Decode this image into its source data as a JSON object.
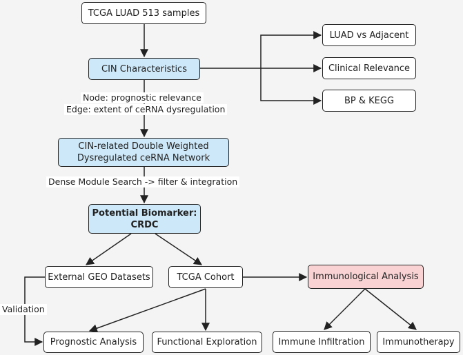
{
  "nodes": {
    "tcga_luad": "TCGA LUAD 513 samples",
    "cin_char": "CIN Characteristics",
    "luad_vs_adj": "LUAD vs Adjacent",
    "clinical_rel": "Clinical Relevance",
    "bp_kegg": "BP & KEGG",
    "network_line1": "CIN-related Double Weighted",
    "network_line2": "Dysregulated ceRNA Network",
    "biomarker_line1": "Potential Biomarker:",
    "biomarker_line2": "CRDC",
    "ext_geo": "External GEO Datasets",
    "tcga_cohort": "TCGA Cohort",
    "immuno_analysis": "Immunological Analysis",
    "prognostic": "Prognostic Analysis",
    "functional": "Functional Exploration",
    "immune_infil": "Immune Infiltration",
    "immunotherapy": "Immunotherapy"
  },
  "edge_labels": {
    "node_label": "Node: prognostic relevance",
    "edge_label": "Edge: extent of ceRNA dysregulation",
    "dense_module": "Dense Module Search -> filter & integration",
    "validation": "Validation"
  },
  "colors": {
    "blue_fill": "#cde8f8",
    "pink_fill": "#f9d3d3",
    "border": "#222222",
    "background": "#f4f4f4"
  }
}
